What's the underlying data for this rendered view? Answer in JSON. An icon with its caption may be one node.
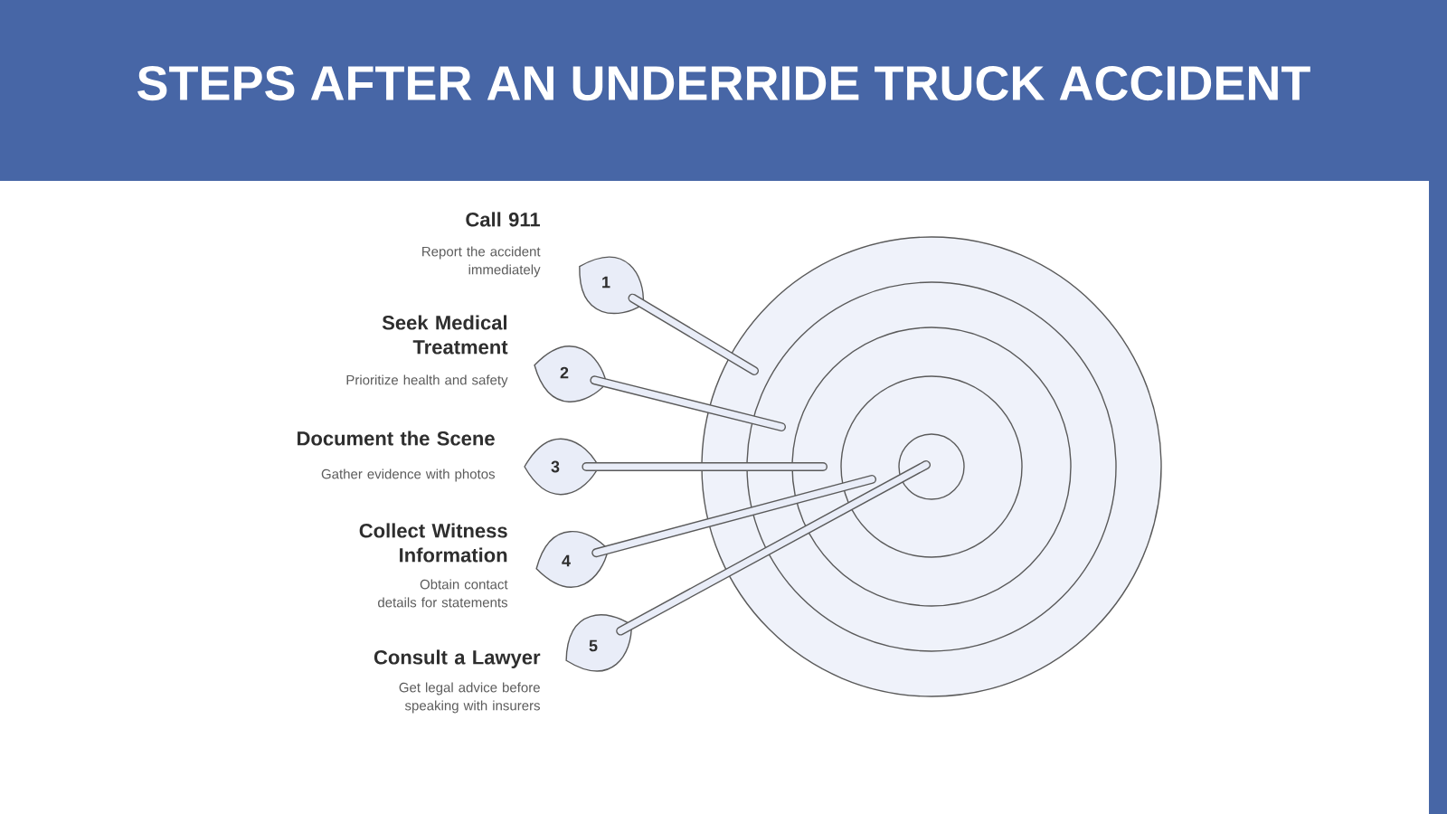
{
  "diagram": {
    "title": "STEPS AFTER AN UNDERRIDE TRUCK ACCIDENT",
    "nodes": [
      {
        "text": [
          "1"
        ],
        "beside": [
          "Call 911",
          "Report the accident immediately"
        ]
      },
      {
        "text": [
          "2"
        ],
        "beside": [
          "Seek Medical Treatment",
          "Prioritize health and safety"
        ]
      },
      {
        "text": [
          "3"
        ],
        "beside": [
          "Document the Scene",
          "Gather evidence with photos"
        ]
      },
      {
        "text": [
          "4"
        ],
        "beside": [
          "Collect Witness Information",
          "Obtain contact details for statements"
        ]
      },
      {
        "text": [
          "5"
        ],
        "beside": [
          "Consult a Lawyer",
          "Get legal advice before speaking with insurers"
        ]
      },
      {
        "text": [],
        "shape": "circle"
      }
    ],
    "edges": [
      {
        "from": 0,
        "to": 5,
        "arrow": "none"
      },
      {
        "from": 1,
        "to": 5,
        "arrow": "none"
      },
      {
        "from": 2,
        "to": 5,
        "arrow": "none"
      },
      {
        "from": 3,
        "to": 5,
        "arrow": "none"
      },
      {
        "from": 4,
        "to": 5,
        "arrow": "none"
      }
    ]
  }
}
